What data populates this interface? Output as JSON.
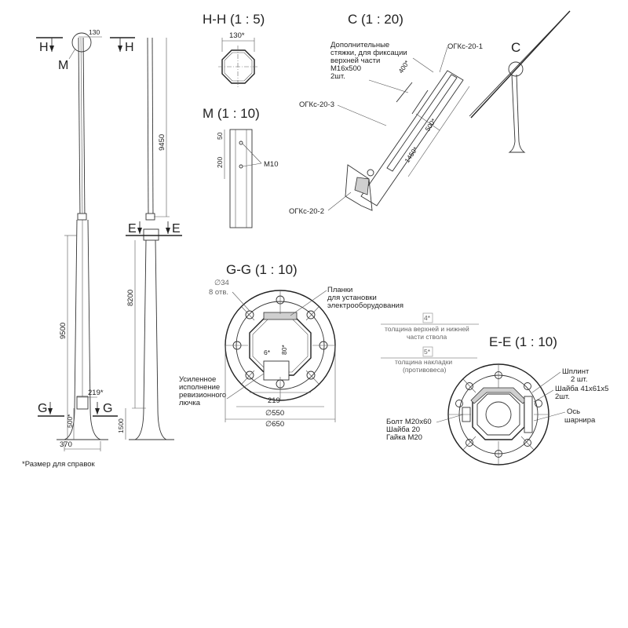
{
  "views": {
    "hh": {
      "title": "Н-Н (1 : 5)",
      "dim_width": "130*"
    },
    "m": {
      "title": "М (1 : 10)",
      "dim_50": "50",
      "dim_200": "200",
      "bolt": "M10"
    },
    "c": {
      "title": "С (1 : 20)",
      "note_lines": [
        "Дополнительные",
        "стяжки, для фиксации",
        "верхней части",
        "М16х500",
        "2шт."
      ],
      "part1": "ОГКс-20-1",
      "part2": "ОГКс-20-2",
      "part3": "ОГКс-20-3",
      "dim_400": "400*",
      "dim_500": "500*",
      "dim_1450": "1450*"
    },
    "c_marker": "С",
    "gg": {
      "title": "G-G (1 : 10)",
      "holes_d": "∅34",
      "holes_n": "8 отв.",
      "plank_lines": [
        "Планки",
        "для установки",
        "электрооборудования"
      ],
      "hatch_lines": [
        "Усиленное",
        "исполнение",
        "ревизионного",
        "лючка"
      ],
      "dim_6": "6*",
      "dim_80": "80*",
      "dim_219": "219",
      "dim_550": "∅550",
      "dim_650": "∅650"
    },
    "ee": {
      "title": "Е-Е (1 : 10)",
      "thick1_val": "4*",
      "thick1_lines": [
        "толщина верхней и нижней",
        "части ствола"
      ],
      "thick2_val": "5*",
      "thick2_lines": [
        "толщина накладки",
        "(противовеса)"
      ],
      "pin_lines": [
        "Шплинт",
        "2 шт."
      ],
      "washer_lines": [
        "Шайба 41х61х5",
        "2шт."
      ],
      "axis_lines": [
        "Ось",
        "шарнира"
      ],
      "bolt_lines": [
        "Болт М20х60",
        "Шайба 20",
        "Гайка М20"
      ]
    }
  },
  "elevation": {
    "section_h": "Н",
    "section_e": "Е",
    "section_g": "G",
    "detail_m": "М",
    "dim_top": "130",
    "dim_9450": "9450",
    "dim_8200": "8200",
    "dim_9500": "9500",
    "dim_219": "219*",
    "dim_500": "500*",
    "dim_1500": "1500",
    "dim_370": "370"
  },
  "footnote": "*Размер для справок"
}
